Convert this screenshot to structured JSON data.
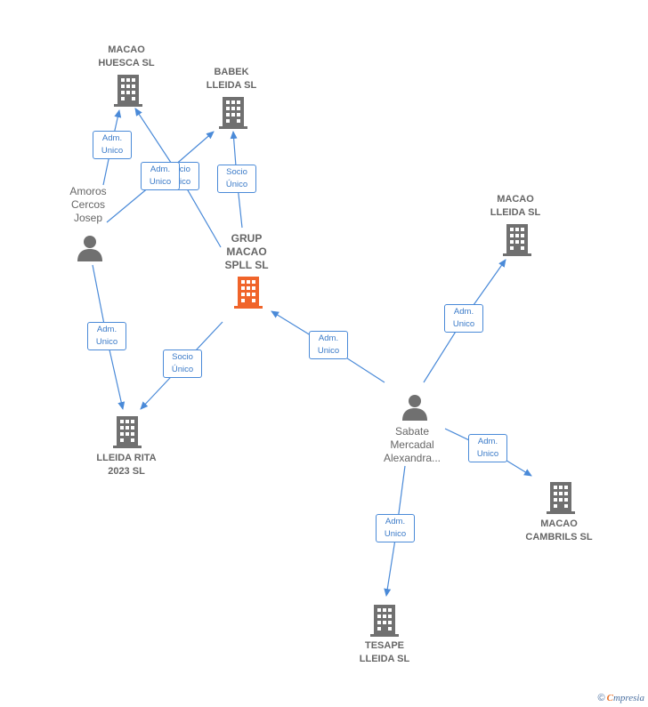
{
  "colors": {
    "edge": "#4a8ad8",
    "building": "#707070",
    "focus_building": "#f0642a",
    "person": "#707070"
  },
  "nodes": {
    "macao_huesca": {
      "label": "MACAO\nHUESCA  SL",
      "icon": "building-icon"
    },
    "babek_lleida": {
      "label": "BABEK\nLLEIDA  SL",
      "icon": "building-icon"
    },
    "grup_macao": {
      "label": "GRUP\nMACAO\nSPLL  SL",
      "icon": "building-icon"
    },
    "macao_lleida": {
      "label": "MACAO\nLLEIDA  SL",
      "icon": "building-icon"
    },
    "lleida_rita": {
      "label": "LLEIDA RITA\n2023  SL",
      "icon": "building-icon"
    },
    "macao_cambrils": {
      "label": "MACAO\nCAMBRILS  SL",
      "icon": "building-icon"
    },
    "tesape_lleida": {
      "label": "TESAPE\nLLEIDA  SL",
      "icon": "building-icon"
    },
    "amoros": {
      "label": "Amoros\nCercos\nJosep",
      "icon": "person-icon"
    },
    "sabate": {
      "label": "Sabate\nMercadal\nAlexandra...",
      "icon": "person-icon"
    }
  },
  "relations": {
    "r1": "Adm.\nUnico",
    "r2": "Adm.\nUnico",
    "r2_behind": "Socio\nÚnico",
    "r3": "Socio\nÚnico",
    "r4": "Adm.\nUnico",
    "r5": "Socio\nÚnico",
    "r6": "Adm.\nUnico",
    "r7": "Adm.\nUnico",
    "r8": "Adm.\nUnico",
    "r9": "Adm.\nUnico"
  },
  "brand": {
    "symbol": "©",
    "first": "C",
    "rest": "mpresia"
  }
}
